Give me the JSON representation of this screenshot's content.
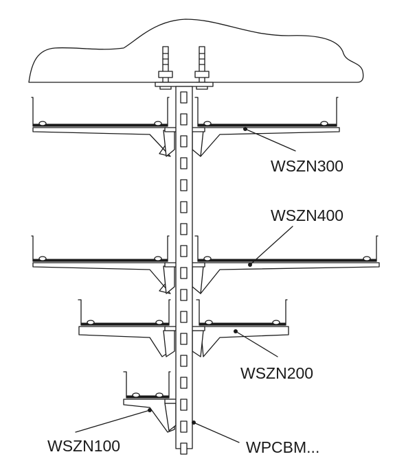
{
  "diagram": {
    "labels": {
      "wszn300": "WSZN300",
      "wszn400": "WSZN400",
      "wszn200": "WSZN200",
      "wszn100": "WSZN100",
      "wpcbm": "WPCBM..."
    },
    "colors": {
      "line": "#1a1a1a",
      "background": "#ffffff"
    }
  }
}
